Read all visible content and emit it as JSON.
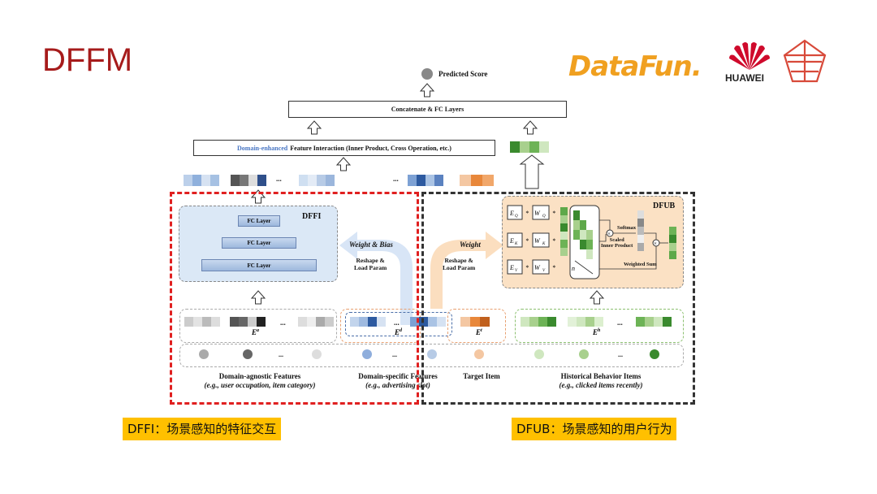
{
  "slide": {
    "title": "DFFM"
  },
  "logos": {
    "datafun": "DataFun.",
    "huawei": "HUAWEI"
  },
  "diagram": {
    "predicted_score": "Predicted Score",
    "concat_layer": "Concatenate & FC Layers",
    "interaction_prefix": "Domain-enhanced",
    "interaction_rest": "Feature Interaction (Inner Product, Cross Operation, etc.)",
    "ellipsis": "...",
    "dffi": {
      "title": "DFFI",
      "fc_layers": [
        "FC Layer",
        "FC Layer",
        "FC Layer"
      ]
    },
    "dfub": {
      "title": "DFUB",
      "eq": "E",
      "softmax": "Softmax",
      "scaled": "Scaled\nInner Product",
      "weighted_sum": "Weighted Sum",
      "n": "n"
    },
    "weight_bias": "Weight & Bias",
    "weight": "Weight",
    "reshape_load_1": "Reshape &\nLoad Param",
    "reshape_load_2": "Reshape &\nLoad Param",
    "emb_labels": {
      "ea": "E",
      "ea_sup": "a",
      "ed": "E",
      "ed_sup": "d",
      "et": "E",
      "et_sup": "t",
      "eh": "E",
      "eh_sup": "h"
    },
    "features": [
      {
        "name": "Domain-agnostic Features",
        "example": "(e.g., user occupation, item category)"
      },
      {
        "name": "Domain-specific Features",
        "example": "(e.g., advertising slot)"
      },
      {
        "name": "Target Item",
        "example": ""
      },
      {
        "name": "Historical Behavior Items",
        "example": "(e.g., clicked items recently)"
      }
    ]
  },
  "labels": {
    "dffi": "DFFI：场景感知的特征交互",
    "dfub": "DFUB：场景感知的用户行为"
  },
  "colors": {
    "title": "#a61b1b",
    "dffi_border": "#e02020",
    "dfub_border": "#333333",
    "label_bg": "#ffc000"
  }
}
